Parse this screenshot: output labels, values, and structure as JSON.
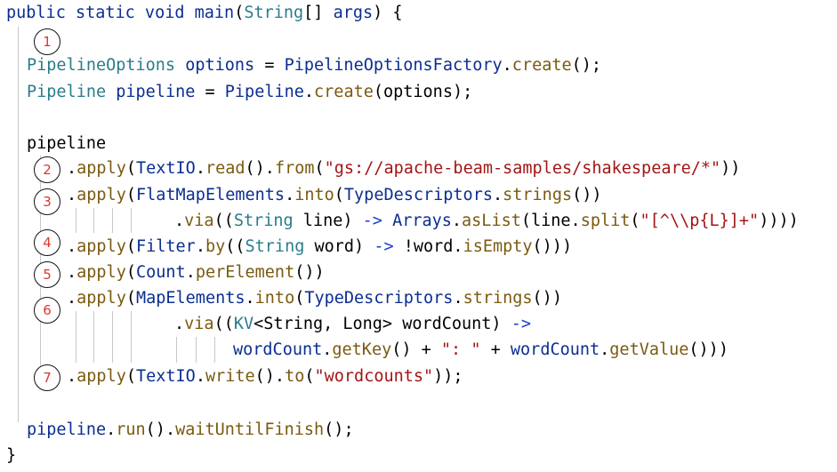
{
  "colors": {
    "keyword": "#0b2e91",
    "type": "#2a7c8c",
    "method": "#7a5a10",
    "string": "#a31515",
    "operator": "#1a3fd0",
    "plain": "#000000",
    "marker_number": "#d83a2e",
    "marker_border": "#111111",
    "guide": "#c8c8c8"
  },
  "code_lines": [
    [
      [
        "kw",
        "public static void "
      ],
      [
        "id",
        "main"
      ],
      [
        "pl",
        "("
      ],
      [
        "ty",
        "String"
      ],
      [
        "pl",
        "[] "
      ],
      [
        "id",
        "args"
      ],
      [
        "pl",
        ") {"
      ]
    ],
    [],
    [
      [
        "ty",
        "PipelineOptions"
      ],
      [
        "pl",
        " "
      ],
      [
        "id",
        "options"
      ],
      [
        "pl",
        " = "
      ],
      [
        "id",
        "PipelineOptionsFactory"
      ],
      [
        "pl",
        "."
      ],
      [
        "fn",
        "create"
      ],
      [
        "pl",
        "();"
      ]
    ],
    [
      [
        "ty",
        "Pipeline"
      ],
      [
        "pl",
        " "
      ],
      [
        "id",
        "pipeline"
      ],
      [
        "pl",
        " = "
      ],
      [
        "id",
        "Pipeline"
      ],
      [
        "pl",
        "."
      ],
      [
        "fn",
        "create"
      ],
      [
        "pl",
        "(options);"
      ]
    ],
    [],
    [
      [
        "pl",
        "pipeline"
      ]
    ],
    [
      [
        "pl",
        "."
      ],
      [
        "fn",
        "apply"
      ],
      [
        "pl",
        "("
      ],
      [
        "id",
        "TextIO"
      ],
      [
        "pl",
        "."
      ],
      [
        "fn",
        "read"
      ],
      [
        "pl",
        "()."
      ],
      [
        "fn",
        "from"
      ],
      [
        "pl",
        "("
      ],
      [
        "st",
        "\"gs://apache-beam-samples/shakespeare/*\""
      ],
      [
        "pl",
        "))"
      ]
    ],
    [
      [
        "pl",
        "."
      ],
      [
        "fn",
        "apply"
      ],
      [
        "pl",
        "("
      ],
      [
        "id",
        "FlatMapElements"
      ],
      [
        "pl",
        "."
      ],
      [
        "fn",
        "into"
      ],
      [
        "pl",
        "("
      ],
      [
        "id",
        "TypeDescriptors"
      ],
      [
        "pl",
        "."
      ],
      [
        "fn",
        "strings"
      ],
      [
        "pl",
        "())"
      ]
    ],
    [
      [
        "pl",
        "."
      ],
      [
        "fn",
        "via"
      ],
      [
        "pl",
        "(("
      ],
      [
        "ty",
        "String"
      ],
      [
        "pl",
        " line) "
      ],
      [
        "op",
        "->"
      ],
      [
        "pl",
        " "
      ],
      [
        "id",
        "Arrays"
      ],
      [
        "pl",
        "."
      ],
      [
        "fn",
        "asList"
      ],
      [
        "pl",
        "(line."
      ],
      [
        "fn",
        "split"
      ],
      [
        "pl",
        "("
      ],
      [
        "st",
        "\"[^\\\\p{L}]+\""
      ],
      [
        "pl",
        "))))"
      ]
    ],
    [
      [
        "pl",
        "."
      ],
      [
        "fn",
        "apply"
      ],
      [
        "pl",
        "("
      ],
      [
        "id",
        "Filter"
      ],
      [
        "pl",
        "."
      ],
      [
        "fn",
        "by"
      ],
      [
        "pl",
        "(("
      ],
      [
        "ty",
        "String"
      ],
      [
        "pl",
        " word) "
      ],
      [
        "op",
        "->"
      ],
      [
        "pl",
        " !word."
      ],
      [
        "fn",
        "isEmpty"
      ],
      [
        "pl",
        "()))"
      ]
    ],
    [
      [
        "pl",
        "."
      ],
      [
        "fn",
        "apply"
      ],
      [
        "pl",
        "("
      ],
      [
        "id",
        "Count"
      ],
      [
        "pl",
        "."
      ],
      [
        "fn",
        "perElement"
      ],
      [
        "pl",
        "())"
      ]
    ],
    [
      [
        "pl",
        "."
      ],
      [
        "fn",
        "apply"
      ],
      [
        "pl",
        "("
      ],
      [
        "id",
        "MapElements"
      ],
      [
        "pl",
        "."
      ],
      [
        "fn",
        "into"
      ],
      [
        "pl",
        "("
      ],
      [
        "id",
        "TypeDescriptors"
      ],
      [
        "pl",
        "."
      ],
      [
        "fn",
        "strings"
      ],
      [
        "pl",
        "())"
      ]
    ],
    [
      [
        "pl",
        "."
      ],
      [
        "fn",
        "via"
      ],
      [
        "pl",
        "(("
      ],
      [
        "ty",
        "KV"
      ],
      [
        "pl",
        "<String, Long> wordCount) "
      ],
      [
        "op",
        "->"
      ]
    ],
    [
      [
        "id",
        "wordCount"
      ],
      [
        "pl",
        "."
      ],
      [
        "fn",
        "getKey"
      ],
      [
        "pl",
        "() + "
      ],
      [
        "st",
        "\": \""
      ],
      [
        "pl",
        " + "
      ],
      [
        "id",
        "wordCount"
      ],
      [
        "pl",
        "."
      ],
      [
        "fn",
        "getValue"
      ],
      [
        "pl",
        "()))"
      ]
    ],
    [
      [
        "pl",
        "."
      ],
      [
        "fn",
        "apply"
      ],
      [
        "pl",
        "("
      ],
      [
        "id",
        "TextIO"
      ],
      [
        "pl",
        "."
      ],
      [
        "fn",
        "write"
      ],
      [
        "pl",
        "()."
      ],
      [
        "fn",
        "to"
      ],
      [
        "pl",
        "("
      ],
      [
        "st",
        "\"wordcounts\""
      ],
      [
        "pl",
        "));"
      ]
    ],
    [],
    [],
    [
      [
        "id",
        "pipeline"
      ],
      [
        "pl",
        "."
      ],
      [
        "fn",
        "run"
      ],
      [
        "pl",
        "()."
      ],
      [
        "fn",
        "waitUntilFinish"
      ],
      [
        "pl",
        "();"
      ]
    ],
    [
      [
        "pl",
        "}"
      ]
    ]
  ],
  "markers": [
    "1",
    "2",
    "3",
    "4",
    "5",
    "6",
    "7"
  ]
}
